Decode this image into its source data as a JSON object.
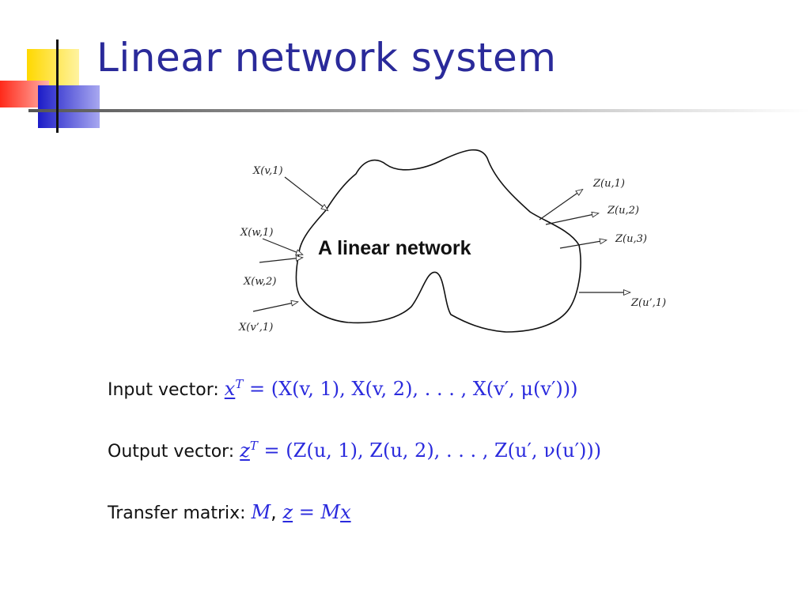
{
  "slide": {
    "title": "Linear network system"
  },
  "diagram": {
    "center_label": "A linear network",
    "inputs": [
      "X(v,1)",
      "X(w,1)",
      "X(w,2)",
      "X(v’,1)"
    ],
    "outputs": [
      "Z(u,1)",
      "Z(u,2)",
      "Z(u,3)",
      "Z(u’,1)"
    ]
  },
  "equations": {
    "input_label": "Input vector:",
    "input_var": "x",
    "input_sup": "T",
    "input_rhs": "= (X(v, 1), X(v, 2), . . . , X(v′, μ(v′)))",
    "output_label": "Output vector:",
    "output_var": "z",
    "output_sup": "T",
    "output_rhs": "= (Z(u, 1), Z(u, 2), . . . , Z(u′, ν(u′)))",
    "transfer_label": "Transfer matrix:",
    "transfer_M": "M",
    "transfer_comma": ",",
    "transfer_z": "z",
    "transfer_eq": " = M",
    "transfer_x": "x"
  },
  "colors": {
    "title": "#2a2a9a",
    "math": "#2a2add",
    "deco_yellow": "#ffe000",
    "deco_red": "#ff4a3a",
    "deco_blue": "#2222cc"
  }
}
